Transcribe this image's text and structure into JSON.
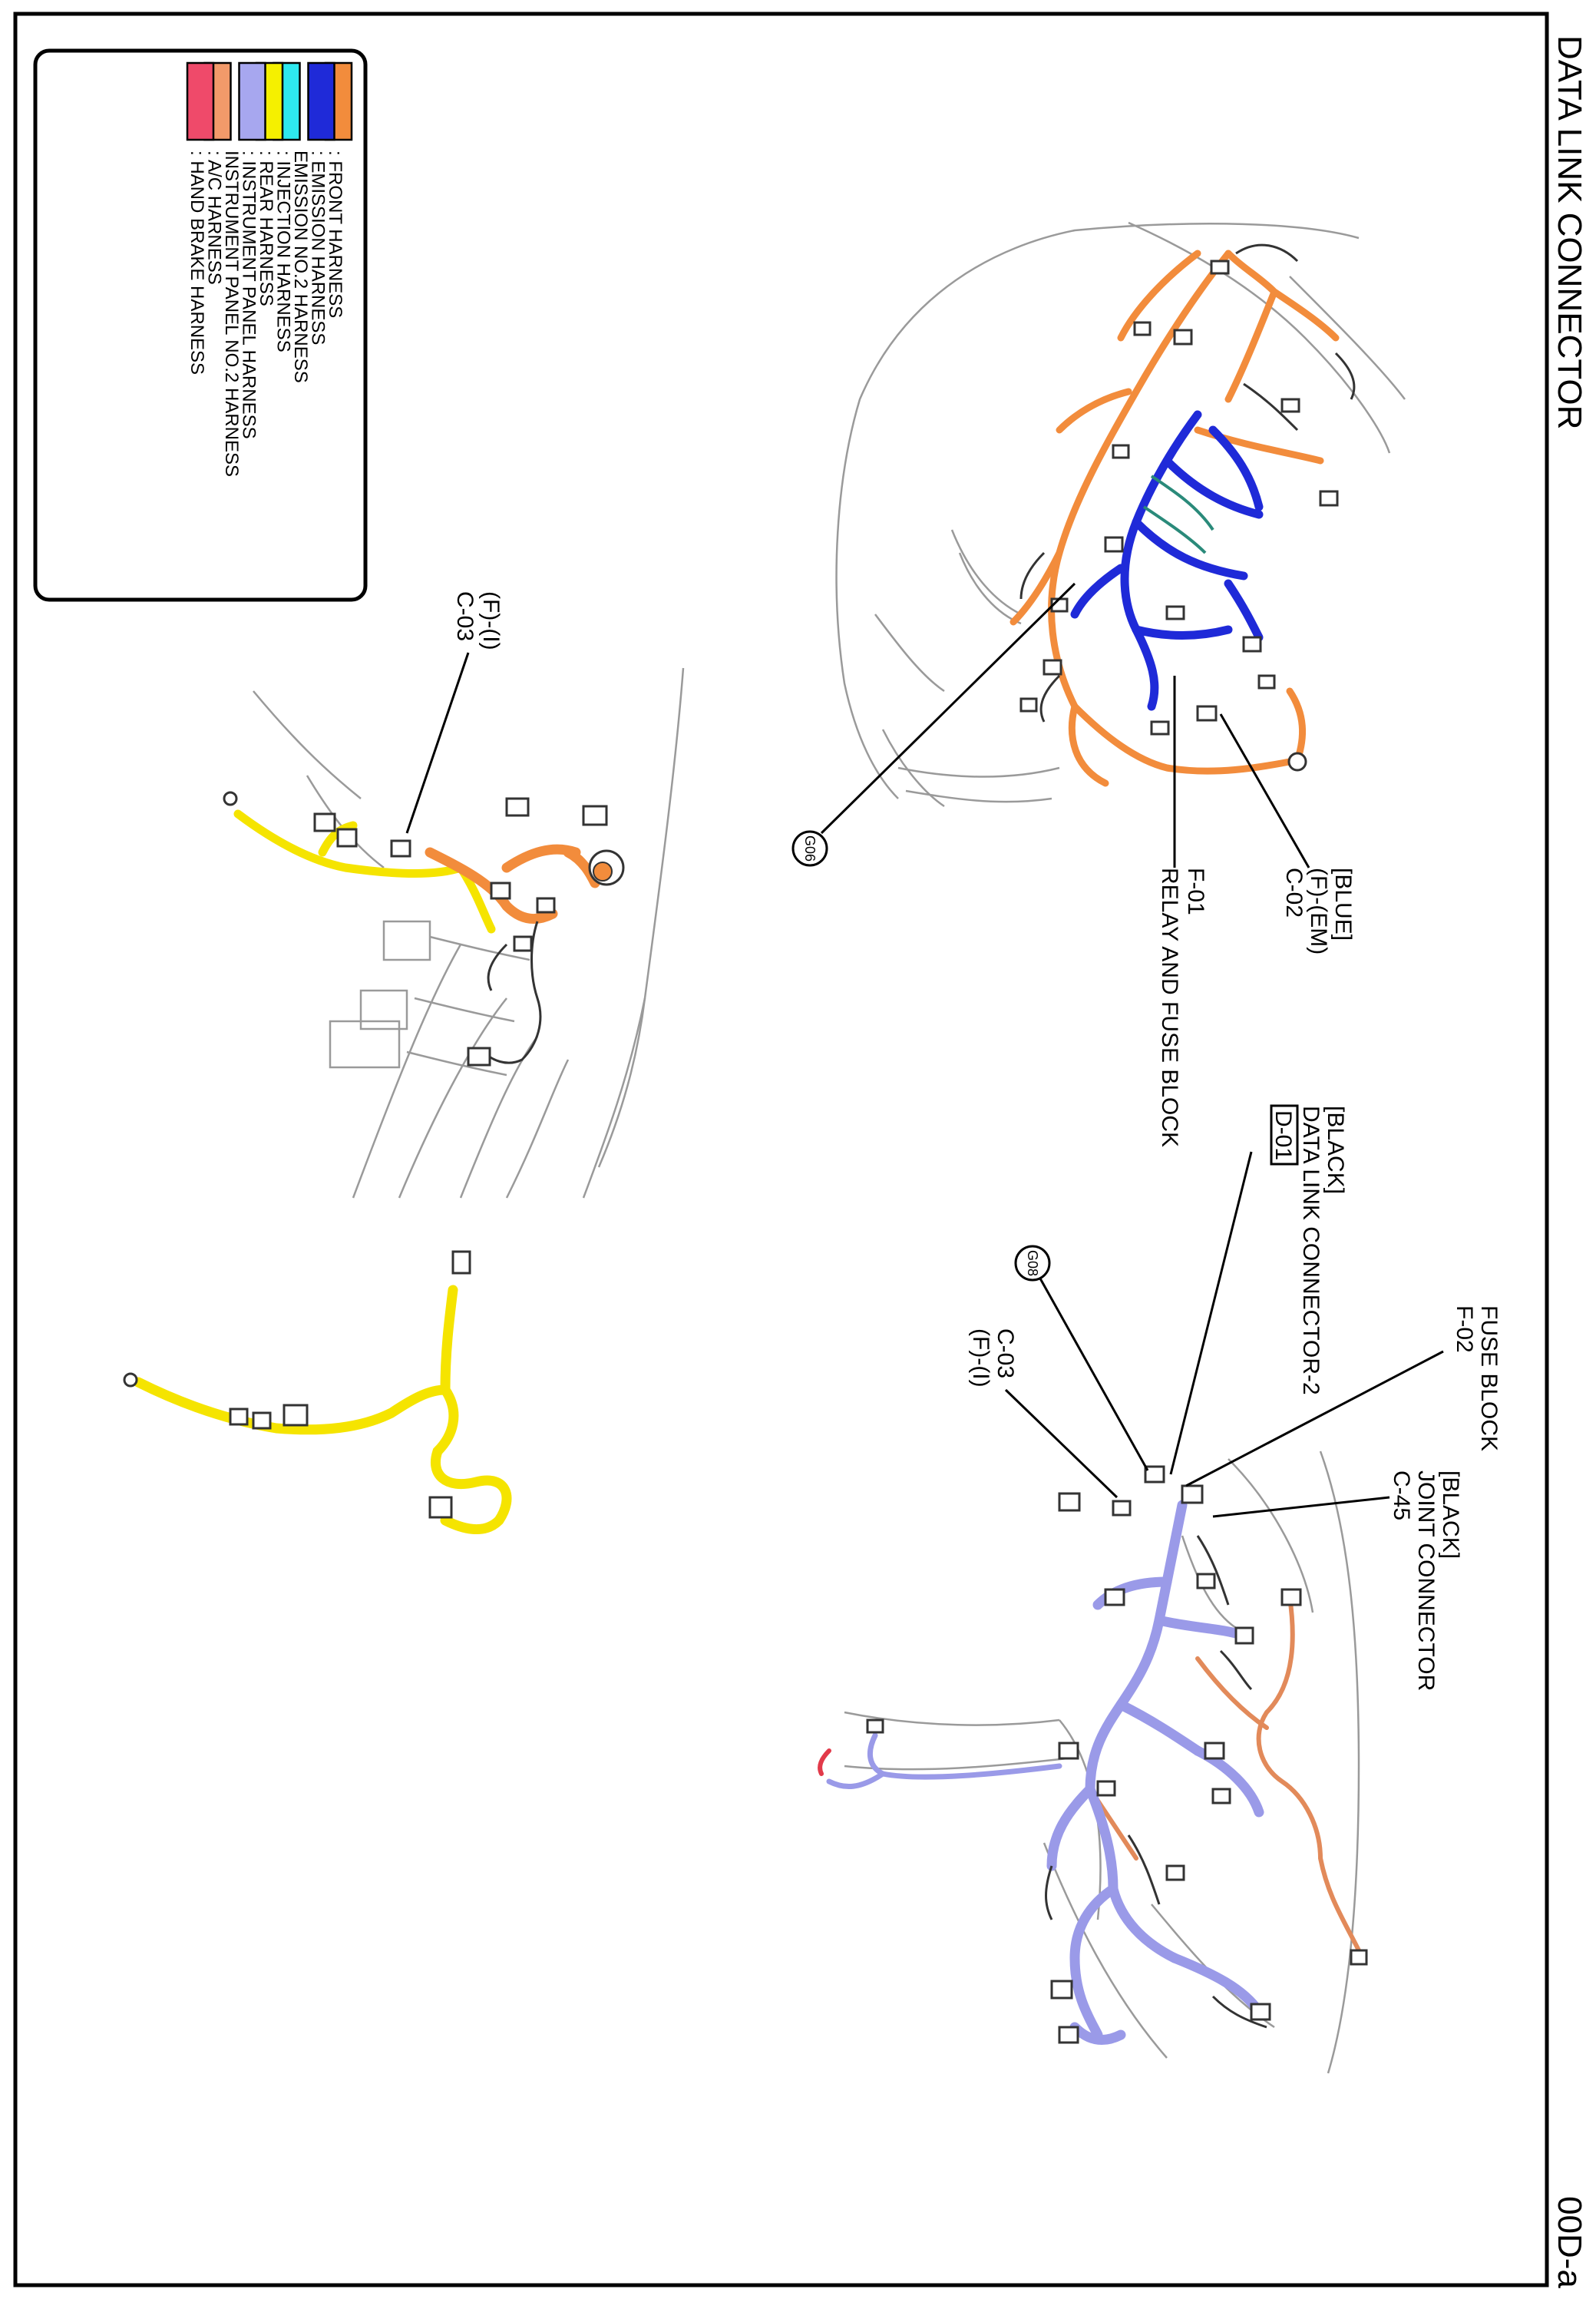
{
  "header": {
    "title": "DATA LINK CONNECTOR",
    "page_code": "00D-a"
  },
  "legend": [
    {
      "swatch": "#f28c3c",
      "label": ": FRONT HARNESS"
    },
    {
      "swatch": "#1f2ad8",
      "label": ": EMISSION HARNESS"
    },
    {
      "swatch": "",
      "label": "EMISSION NO.2 HARNESS"
    },
    {
      "swatch": "#2ee8ef",
      "label": ": INJECTION HARNESS"
    },
    {
      "swatch": "#f5f000",
      "label": ": REAR HARNESS"
    },
    {
      "swatch": "#a7a7ef",
      "label": ": INSTRUMENT PANEL HARNESS"
    },
    {
      "swatch": "",
      "label": "INSTRUMENT PANEL NO.2 HARNESS"
    },
    {
      "swatch": "#f29a6a",
      "label": ": A/C HARNESS"
    },
    {
      "swatch": "#ef4a6a",
      "label": ": HAND BRAKE HARNESS"
    }
  ],
  "colors": {
    "front": "#f28c3c",
    "emission": "#1f2ad8",
    "emission2": "#2a8a7a",
    "rear": "#f5e400",
    "instrument": "#9a9ae8",
    "ac": "#e28a5a",
    "handbrake": "#e23a4a",
    "body": "#9a9a9a",
    "wire": "#333333",
    "connector": "#ffffff"
  },
  "callouts": {
    "c02": {
      "lines": [
        "[BLUE]",
        "(F)-(EM)",
        "C-02"
      ]
    },
    "f01": {
      "lines": [
        "F-01",
        "RELAY AND FUSE BLOCK"
      ]
    },
    "g06": {
      "text": "G06"
    },
    "d01": {
      "lines": [
        "[BLACK]",
        "DATA LINK CONNECTOR-2"
      ],
      "box": "D-01"
    },
    "f02": {
      "lines": [
        "FUSE BLOCK",
        "F-02"
      ]
    },
    "c45": {
      "lines": [
        "[BLACK]",
        "JOINT CONNECTOR",
        "C-45"
      ]
    },
    "c03_right": {
      "lines": [
        "C-03",
        "(F)-(I)"
      ]
    },
    "g08": {
      "text": "G08"
    },
    "c03_left": {
      "lines": [
        "(F)-(I)",
        "C-03"
      ]
    }
  }
}
